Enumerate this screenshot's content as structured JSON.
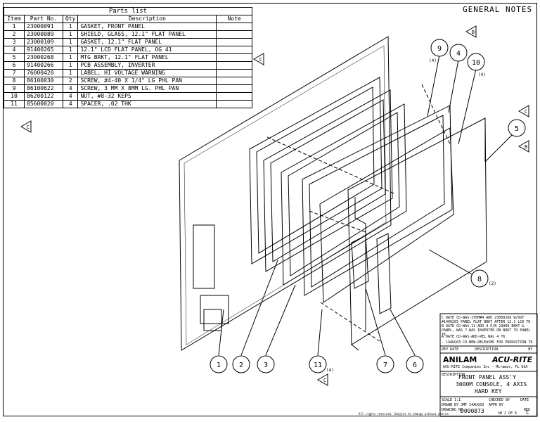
{
  "general_notes": "GENERAL NOTES",
  "parts_list": {
    "title": "Parts list",
    "headers": [
      "Item",
      "Part No.",
      "Qty",
      "Description",
      "Note"
    ],
    "rows": [
      [
        "1",
        "23000091",
        "1",
        "GASKET, FRONT PANEL",
        ""
      ],
      [
        "2",
        "23000089",
        "1",
        "SHIELD, GLASS, 12.1\" FLAT PANEL",
        ""
      ],
      [
        "3",
        "23000109",
        "1",
        "GASKET, 12.1\" FLAT PANEL",
        ""
      ],
      [
        "4",
        "91400265",
        "1",
        "12.1\" LCD FLAT PANEL, OG 41",
        ""
      ],
      [
        "5",
        "23000268",
        "1",
        "MTG BRKT, 12.1\" FLAT PANEL",
        ""
      ],
      [
        "6",
        "91400266",
        "1",
        "PCB ASSEMBLY, INVERTER",
        ""
      ],
      [
        "7",
        "76000420",
        "1",
        "LABEL, HI VOLTAGE WARNING",
        ""
      ],
      [
        "8",
        "86100030",
        "2",
        "SCREW, #4-40 X 1/4\" LG PHL PAN",
        ""
      ],
      [
        "9",
        "86100622",
        "4",
        "SCREW, 3 MM X 8MM LG. PHL PAN",
        ""
      ],
      [
        "10",
        "86200122",
        "4",
        "NUT, #8-32 KEPS",
        ""
      ],
      [
        "11",
        "85600020",
        "4",
        "SPACER, .02 THK",
        ""
      ]
    ]
  },
  "callouts": {
    "b1": "1",
    "b2": "2",
    "b3": "3",
    "b4": "4",
    "b5": "5",
    "b6": "6",
    "b7": "7",
    "b8": "8",
    "b9": "9",
    "b10": "10",
    "b11": "11",
    "q9": "(4)",
    "q10": "(4)",
    "q8": "(2)",
    "q11": "(4)"
  },
  "revision_flags": {
    "c": "C",
    "b": "B"
  },
  "title_block": {
    "rev_header": [
      "REV",
      "DATE",
      "DESCRIPTION",
      "BY"
    ],
    "revisions": [
      {
        "rev": "C",
        "date": "DATE",
        "desc": "CD-WAS-ITEM#4 ADD 23000268 W/OUT #1400265 PANEL FLAT BRKT AFTER 12.1 LCD",
        "by": "TK"
      },
      {
        "rev": "B",
        "date": "DATE",
        "desc": "CD-WAS-11-ADD 4 P/N 23000 BRKT & PANEL, WAS 7-WAS INVERTER ON BRKT TO PANEL",
        "by": "TK"
      },
      {
        "rev": "A",
        "date": "DATE",
        "desc": "CD-WAS-ADD-REL NAL 4",
        "by": "TK"
      },
      {
        "rev": "-",
        "date": "14AUG03",
        "desc": "CD-NEW-RELEASED FOR PRODUCTION",
        "by": "TK"
      }
    ],
    "brand1": "ANILAM",
    "brand2": "ACU-RITE",
    "company": "ACU-RITE Companies Inc - Miramar, FL USA",
    "desc_label": "DESCRIPTION",
    "title_lines": [
      "FRONT PANEL ASS'Y",
      "3000M CONSOLE, 4 AXIS",
      "HARD KEY"
    ],
    "scale_label": "SCALE",
    "scale_val": "1:1",
    "checked_label": "CHECKED BY",
    "checked_val": "",
    "date_label": "DATE",
    "drawn_label": "DRAWN BY",
    "drawn_val": "JMF",
    "drawn_date": "14AUG03",
    "approved_label": "APPR BY",
    "dwg_label": "DRAWING NO",
    "dwg_no": "D000873",
    "sheet": "SH 2 OF 6",
    "rev_label": "REV",
    "rev_val": "C"
  },
  "footer_note": "All rights reserved. Subject to change without notice."
}
